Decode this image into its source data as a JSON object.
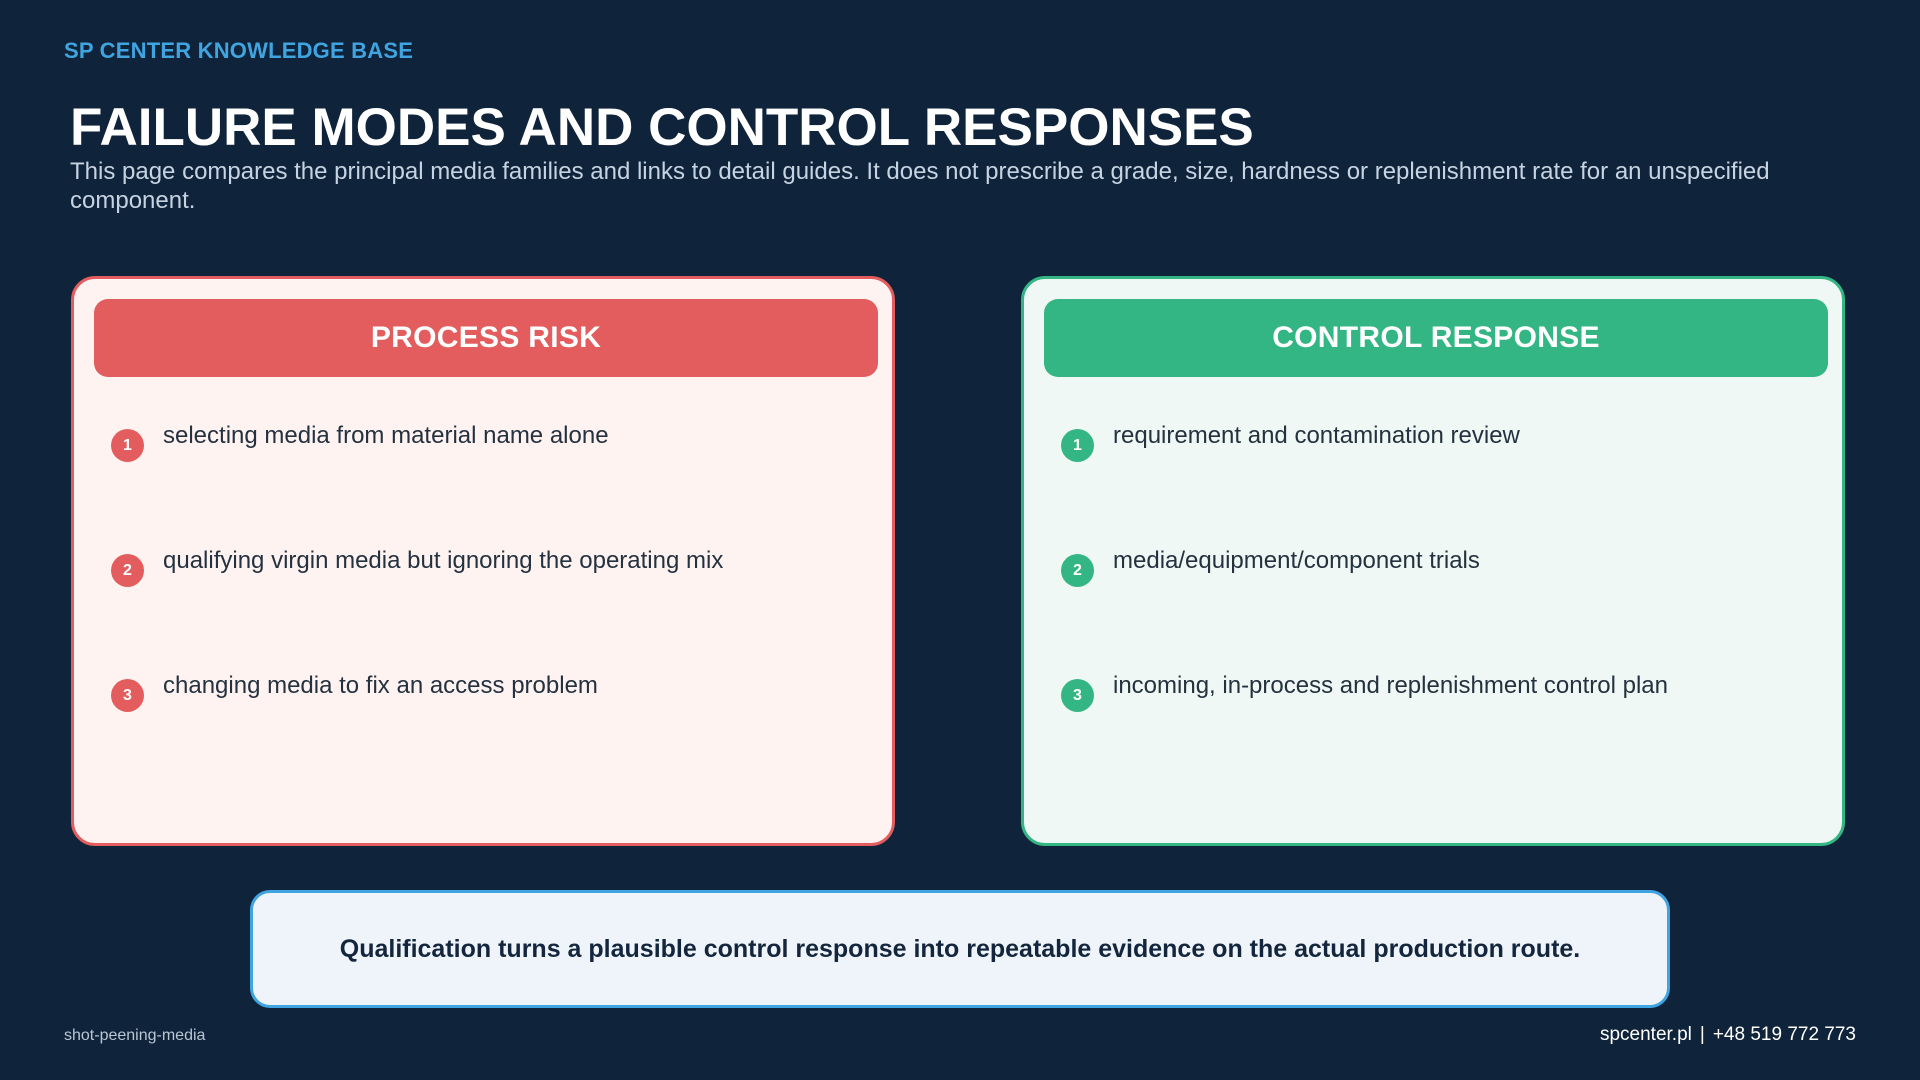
{
  "header": {
    "kicker": "SP CENTER KNOWLEDGE BASE",
    "title": "FAILURE MODES AND CONTROL RESPONSES",
    "subtitle": "This page compares the principal media families and links to detail guides. It does not prescribe a grade, size, hardness or replenishment rate for an unspecified component."
  },
  "risk_panel": {
    "heading": "PROCESS RISK",
    "items": [
      {
        "number": "1",
        "text": "selecting media from material name alone"
      },
      {
        "number": "2",
        "text": "qualifying virgin media but ignoring the operating mix"
      },
      {
        "number": "3",
        "text": "changing media to fix an access problem"
      }
    ]
  },
  "control_panel": {
    "heading": "CONTROL RESPONSE",
    "items": [
      {
        "number": "1",
        "text": "requirement and contamination review"
      },
      {
        "number": "2",
        "text": "media/equipment/component trials"
      },
      {
        "number": "3",
        "text": "incoming, in-process and replenishment control plan"
      }
    ]
  },
  "callout": {
    "text": "Qualification turns a plausible control response into repeatable evidence on the actual production route."
  },
  "footer": {
    "slug": "shot-peening-media",
    "website": "spcenter.pl",
    "separator": "|",
    "phone": "+48 519 772 773"
  },
  "colors": {
    "background": "#0f233a",
    "risk": "#e35d5e",
    "control": "#34b584",
    "accent": "#3fa4e0"
  }
}
